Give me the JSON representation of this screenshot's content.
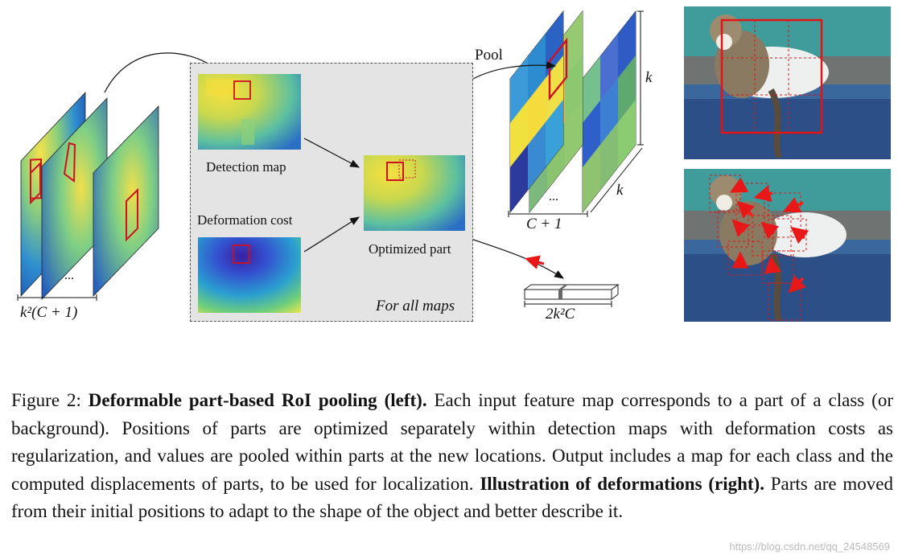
{
  "figure": {
    "labels": {
      "input_maps_dim": "k²(C + 1)",
      "detection_map": "Detection map",
      "deformation_cost": "Deformation cost",
      "optimized_part": "Optimized part",
      "for_all_maps": "For all maps",
      "pool": "Pool",
      "k_height": "k",
      "k_depth": "k",
      "output_dim": "C + 1",
      "displacement_dim": "2k²C",
      "ellipsis_left": "...",
      "ellipsis_right": "..."
    }
  },
  "caption": {
    "prefix": "Figure 2: ",
    "bold1": "Deformable part-based RoI pooling (left).",
    "text1": " Each input feature map corresponds to a part of a class (or background). Positions of parts are optimized separately within detection maps with deformation costs as regularization, and values are pooled within parts at the new locations. Output includes a map for each class and the computed displacements of parts, to be used for localization. ",
    "bold2": "Illustration of deformations (right).",
    "text2": " Parts are moved from their initial positions to adapt to the shape of the object and better describe it."
  },
  "watermark": "https://blog.csdn.net/qq_24548569",
  "colors": {
    "part_box": "#d01020",
    "panel_bg": "#e4e4e4",
    "heatmap_low": "#2a5fb8",
    "heatmap_high": "#f5e23a"
  }
}
